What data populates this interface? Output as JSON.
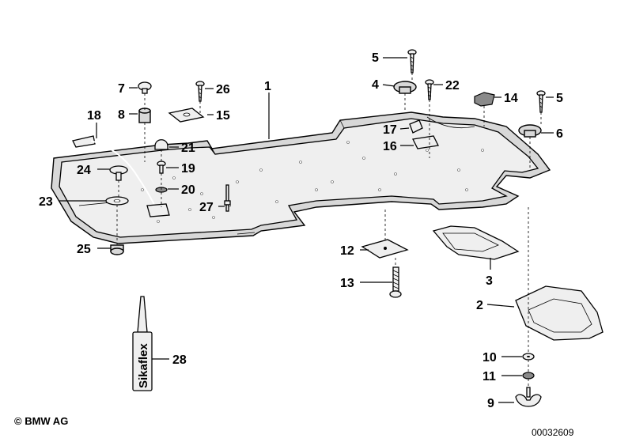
{
  "callouts": [
    {
      "id": "1",
      "label": "1"
    },
    {
      "id": "2",
      "label": "2"
    },
    {
      "id": "3",
      "label": "3"
    },
    {
      "id": "4",
      "label": "4"
    },
    {
      "id": "5a",
      "label": "5"
    },
    {
      "id": "5b",
      "label": "5"
    },
    {
      "id": "6",
      "label": "6"
    },
    {
      "id": "7",
      "label": "7"
    },
    {
      "id": "8",
      "label": "8"
    },
    {
      "id": "9",
      "label": "9"
    },
    {
      "id": "10",
      "label": "10"
    },
    {
      "id": "11",
      "label": "11"
    },
    {
      "id": "12",
      "label": "12"
    },
    {
      "id": "13",
      "label": "13"
    },
    {
      "id": "14",
      "label": "14"
    },
    {
      "id": "15",
      "label": "15"
    },
    {
      "id": "16",
      "label": "16"
    },
    {
      "id": "17",
      "label": "17"
    },
    {
      "id": "18",
      "label": "18"
    },
    {
      "id": "19",
      "label": "19"
    },
    {
      "id": "20",
      "label": "20"
    },
    {
      "id": "21",
      "label": "21"
    },
    {
      "id": "22",
      "label": "22"
    },
    {
      "id": "23",
      "label": "23"
    },
    {
      "id": "24",
      "label": "24"
    },
    {
      "id": "25",
      "label": "25"
    },
    {
      "id": "26",
      "label": "26"
    },
    {
      "id": "27",
      "label": "27"
    },
    {
      "id": "28",
      "label": "28"
    }
  ],
  "tube_text": "Sikaflex",
  "copyright": "© BMW AG",
  "document_number": "00032609"
}
